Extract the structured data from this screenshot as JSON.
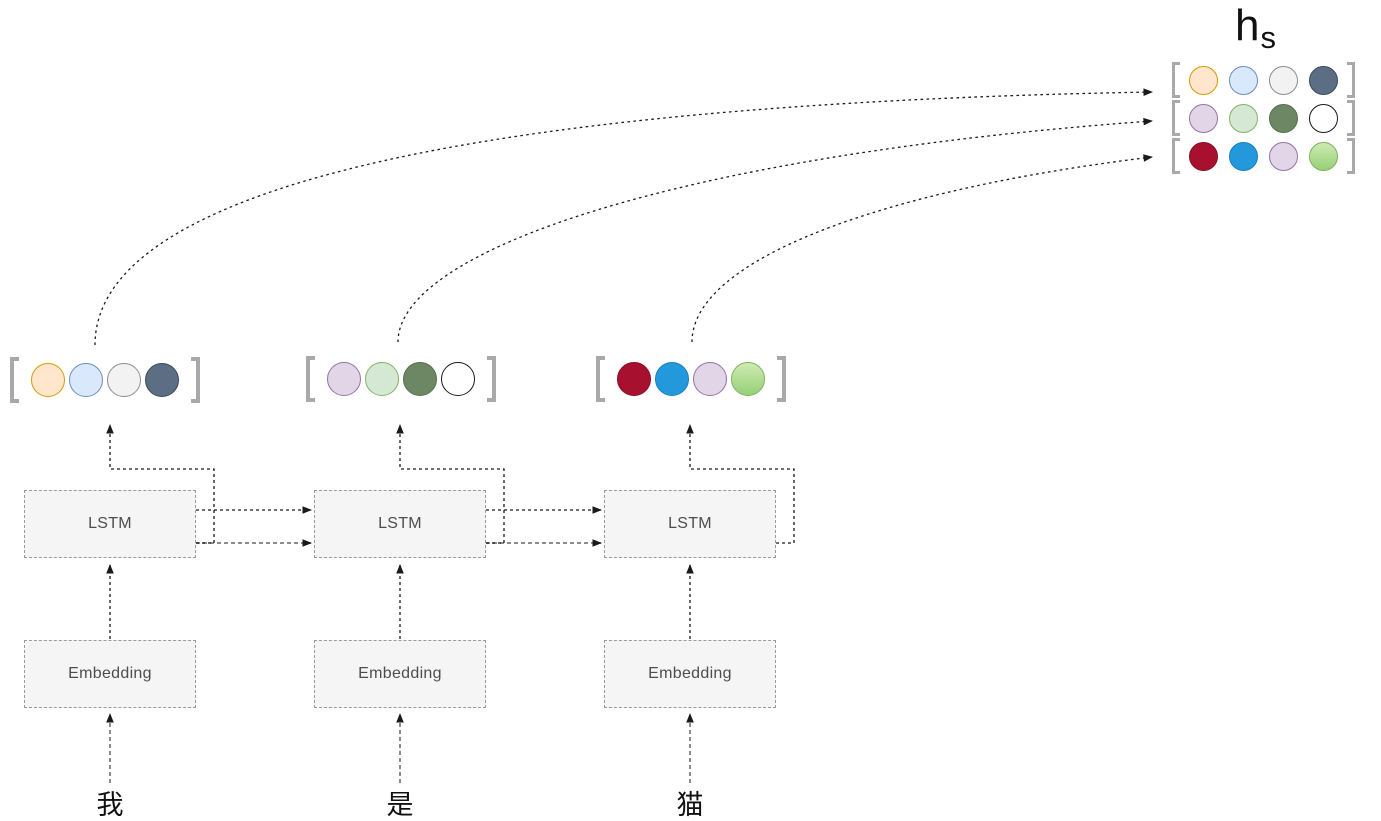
{
  "hs_matrix": {
    "title_base": "h",
    "title_subscript": "s",
    "rows": [
      [
        "peach_orange",
        "light_blue",
        "off_white",
        "slate_blue"
      ],
      [
        "lavender",
        "pale_green",
        "olive_green",
        "white"
      ],
      [
        "crimson",
        "azure_blue",
        "lavender",
        "fresh_green"
      ]
    ]
  },
  "encoder": {
    "lstm_label": "LSTM",
    "embedding_label": "Embedding",
    "columns": [
      {
        "token": "我",
        "vector": [
          "peach_orange",
          "light_blue",
          "off_white",
          "slate_blue"
        ]
      },
      {
        "token": "是",
        "vector": [
          "lavender",
          "pale_green",
          "olive_green",
          "white"
        ]
      },
      {
        "token": "猫",
        "vector": [
          "crimson",
          "azure_blue",
          "lavender",
          "fresh_green"
        ]
      }
    ]
  },
  "palette": {
    "peach_orange": {
      "fill": "#FFE6CC",
      "stroke": "#D79B00"
    },
    "light_blue": {
      "fill": "#DAE8FC",
      "stroke": "#6C8EBF"
    },
    "off_white": {
      "fill": "#F2F2F2",
      "stroke": "#8C8C8C"
    },
    "slate_blue": {
      "fill": "#5C6E84",
      "stroke": "#3A4A5C"
    },
    "lavender": {
      "fill": "#E1D5E7",
      "stroke": "#9673A6"
    },
    "pale_green": {
      "fill": "#D5E8D4",
      "stroke": "#82B366"
    },
    "olive_green": {
      "fill": "#6D8764",
      "stroke": "#56704E"
    },
    "white": {
      "fill": "#FFFFFF",
      "stroke": "#1A1A1A"
    },
    "crimson": {
      "fill": "#A8102F",
      "stroke": "#8A0D27"
    },
    "azure_blue": {
      "fill": "#2399DC",
      "stroke": "#1680BC"
    },
    "fresh_green": {
      "top": "#CDEBB3",
      "bottom": "#97D077",
      "stroke": "#7FB25D"
    }
  },
  "style_colors": {
    "box_fill": "#F5F5F5",
    "box_border": "#9A9A9A",
    "bracket": "#A9A9A9",
    "line_black": "#1A1A1A",
    "line_gray": "#8C8C8C"
  }
}
